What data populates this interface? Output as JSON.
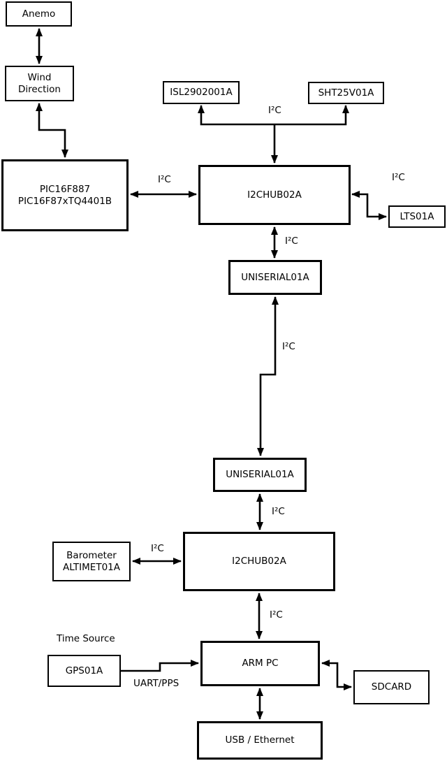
{
  "diagram": {
    "colors": {
      "background": "#ffffff",
      "line": "#000000",
      "text": "#000000",
      "box_fill": "#ffffff"
    },
    "nodes": {
      "anemo": {
        "label": "Anemo"
      },
      "wind_direction": {
        "label": "Wind\nDirection"
      },
      "pic": {
        "label": "PIC16F887\nPIC16F87xTQ4401B"
      },
      "isl": {
        "label": "ISL2902001A"
      },
      "sht": {
        "label": "SHT25V01A"
      },
      "i2chub_top": {
        "label": "I2CHUB02A"
      },
      "lts": {
        "label": "LTS01A"
      },
      "uniserial_top": {
        "label": "UNISERIAL01A"
      },
      "uniserial_bottom": {
        "label": "UNISERIAL01A"
      },
      "barometer": {
        "label": "Barometer\nALTIMET01A"
      },
      "i2chub_bottom": {
        "label": "I2CHUB02A"
      },
      "gps": {
        "label": "GPS01A"
      },
      "arm_pc": {
        "label": "ARM PC"
      },
      "sdcard": {
        "label": "SDCARD"
      },
      "usb_ethernet": {
        "label": "USB / Ethernet"
      }
    },
    "edge_labels": {
      "bus_top_i2c": "I²C",
      "pic_hub_i2c": "I²C",
      "hub_lts_i2c": "I²C",
      "hub_uniserial_i2c": "I²C",
      "uniserial_link_i2c": "I²C",
      "uniserial_hub2_i2c": "I²C",
      "barometer_hub2_i2c": "I²C",
      "hub2_armpc_i2c": "I²C",
      "time_source": "Time Source",
      "uart_pps": "UART/PPS"
    }
  }
}
